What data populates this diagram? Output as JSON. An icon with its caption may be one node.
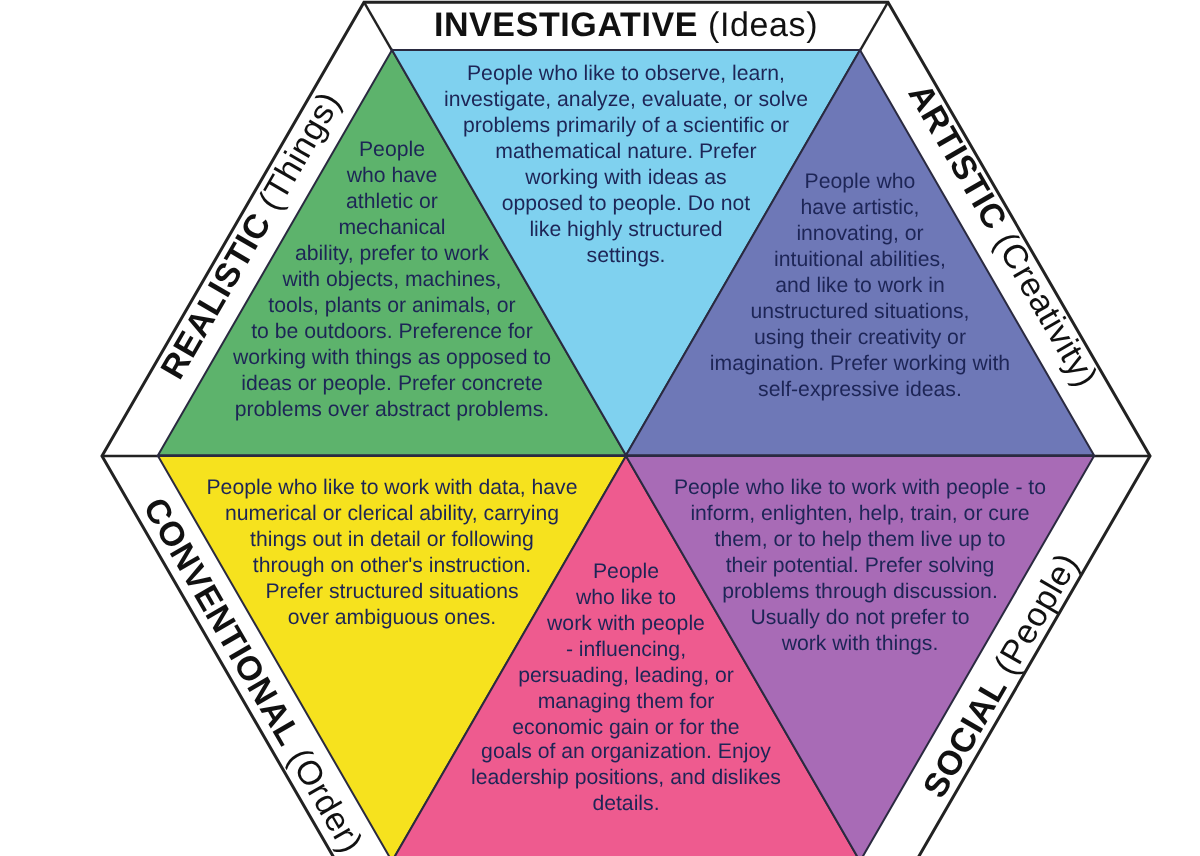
{
  "diagram": {
    "nodes": [
      {
        "text": [
          "**REALISTIC** (Things)",
          "People who have athletic or mechanical ability, prefer to work with objects, machines, tools, plants or animals, or to be outdoors. Preference for working with things as opposed to ideas or people. Prefer concrete problems over abstract problems."
        ]
      },
      {
        "text": [
          "**INVESTIGATIVE** (Ideas)",
          "People who like to observe, learn, investigate, analyze, evaluate, or solve problems primarily of a scientific or mathematical nature. Prefer working with ideas as opposed to people. Do not like highly structured settings."
        ]
      },
      {
        "text": [
          "**ARTISTIC** (Creativity)",
          "People who have artistic, innovating, or intuitional abilities, and like to work in unstructured situations, using their creativity or imagination. Prefer working with self-expressive ideas."
        ]
      },
      {
        "text": [
          "**CONVENTIONAL** (Order)",
          "People who like to work with data, have numerical or clerical ability, carrying things out in detail or following through on other's instruction. Prefer structured situations over ambiguous ones."
        ]
      },
      {
        "text": [
          "People who like to work with people - influencing, persuading, leading, or managing them for economic gain or for the goals of an organization. Enjoy leadership positions, and dislikes details."
        ]
      },
      {
        "text": [
          "**SOCIAL** (People)",
          "People who like to work with people - to inform, enlighten, help, train, or cure them, or to help them live up to their potential. Prefer solving problems through discussion. Usually do not prefer to work with things."
        ]
      }
    ]
  }
}
